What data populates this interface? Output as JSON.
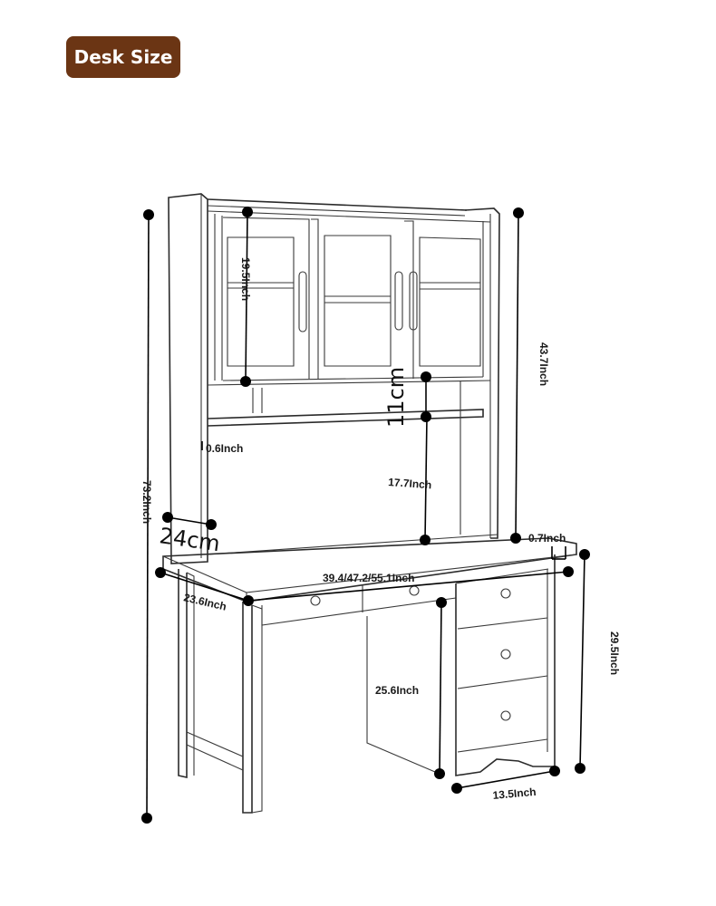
{
  "header": {
    "badge_label": "Desk Size"
  },
  "colors": {
    "badge": "#6b3514",
    "badge_text": "#ffffff",
    "line": "#2b2b2b",
    "dimension": "#000000"
  },
  "dimensions": {
    "total_height": "73.2Inch",
    "hutch_height": "43.7Inch",
    "cabinet_height": "19.5Inch",
    "shelf_gap": "11cm",
    "side_thickness": "0.6Inch",
    "under_hutch_height": "17.7Inch",
    "hutch_depth": "24cm",
    "top_thickness": "0.7Inch",
    "desk_width": "39.4/47.2/55.1Inch",
    "desk_depth": "23.6Inch",
    "desk_height": "29.5Inch",
    "knee_height": "25.6Inch",
    "drawer_width": "13.5Inch"
  }
}
